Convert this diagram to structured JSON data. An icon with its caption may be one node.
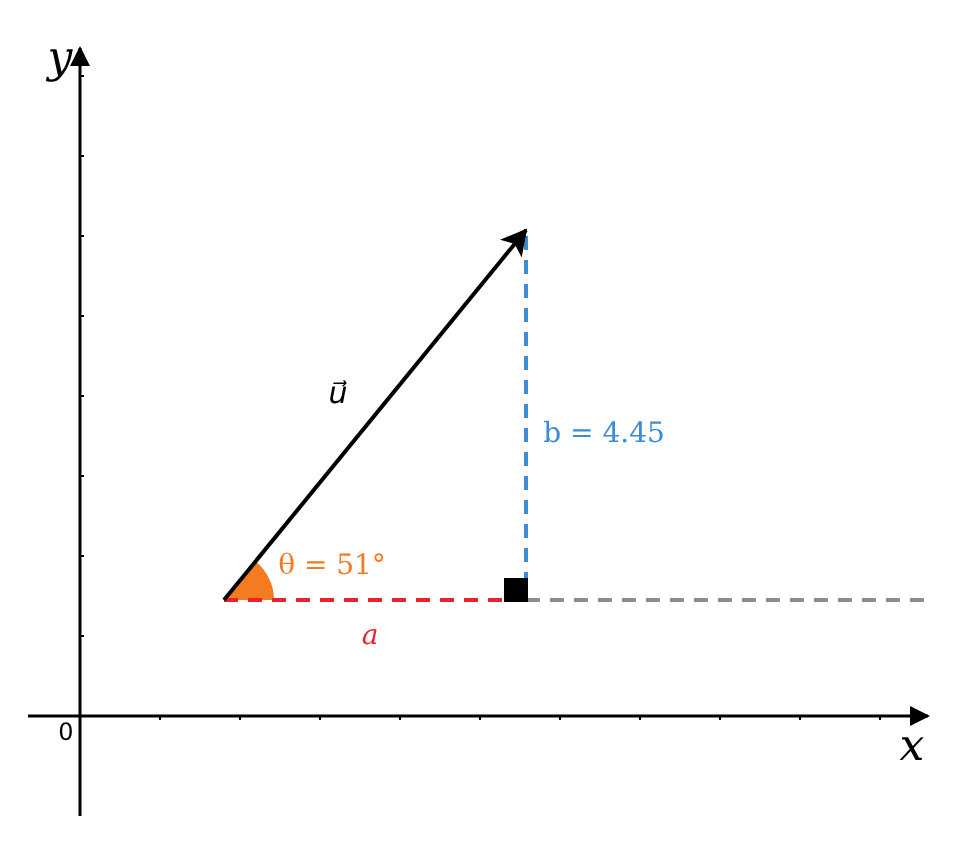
{
  "diagram": {
    "labels": [
      "y",
      "x",
      "0",
      "u⃗",
      "b = 4.45",
      "θ = 51°",
      "a"
    ]
  }
}
